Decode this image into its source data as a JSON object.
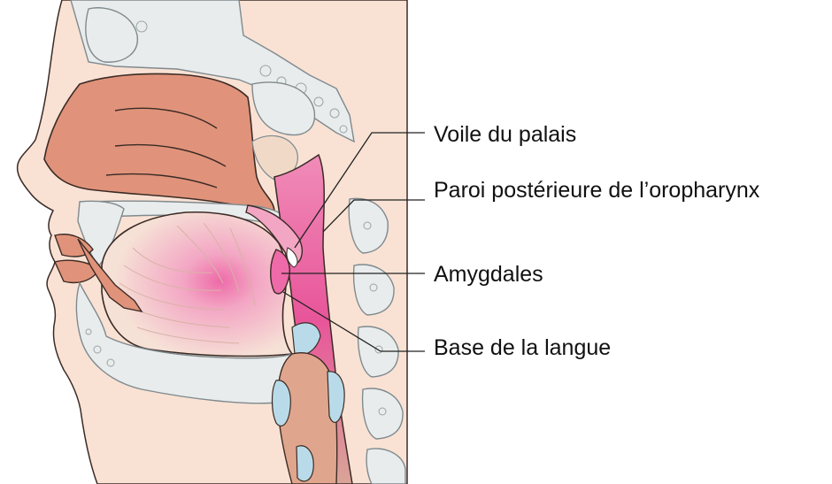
{
  "labels": {
    "voile_du_palais": "Voile du palais",
    "paroi_posterieure": "Paroi postérieure de l’oropharynx",
    "amygdales": "Amygdales",
    "base_de_la_langue": "Base de la langue"
  },
  "colors": {
    "skin": "#f9e2d4",
    "nasal_cavity": "#e0937a",
    "bone": "#e9ecec",
    "bone_outline": "#7f8a8f",
    "pharynx_pink": "#e8559a",
    "tongue": "#f4dcd0",
    "cartilage_blue": "#b9dbe9",
    "outline": "#3b2b26",
    "leader_line": "#222222"
  }
}
